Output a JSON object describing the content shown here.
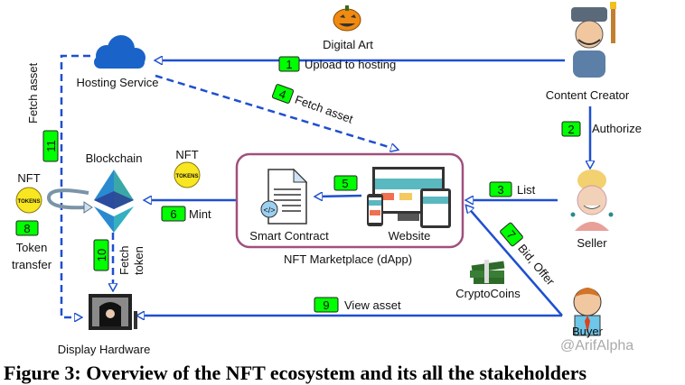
{
  "nodes": {
    "digital_art": "Digital Art",
    "hosting_service": "Hosting Service",
    "content_creator": "Content Creator",
    "seller": "Seller",
    "buyer": "Buyer",
    "blockchain": "Blockchain",
    "smart_contract": "Smart Contract",
    "website": "Website",
    "marketplace": "NFT Marketplace (dApp)",
    "display_hardware": "Display Hardware",
    "crypto_coins": "CryptoCoins",
    "nft_mint": "NFT",
    "nft_transfer": "NFT",
    "token_word": "TOKENS"
  },
  "steps": [
    {
      "num": "1",
      "label": "Upload to hosting"
    },
    {
      "num": "2",
      "label": "Authorize"
    },
    {
      "num": "3",
      "label": "List"
    },
    {
      "num": "4",
      "label": "Fetch asset"
    },
    {
      "num": "5",
      "label": ""
    },
    {
      "num": "6",
      "label": "Mint"
    },
    {
      "num": "7",
      "label": "Bid, Offer"
    },
    {
      "num": "8",
      "label": "Token transfer",
      "line1": "Token",
      "line2": "transfer"
    },
    {
      "num": "9",
      "label": "View asset"
    },
    {
      "num": "10",
      "label": "Fetch token",
      "line1": "Fetch",
      "line2": "token"
    },
    {
      "num": "11",
      "label": "Fetch asset"
    }
  ],
  "watermark": "@ArifAlpha",
  "caption": "Figure 3: Overview of the NFT ecosystem and its all the stakeholders",
  "colors": {
    "arrow": "#1f4fd0",
    "badge": "#00ff00",
    "marketplace_border": "#a0507e"
  }
}
